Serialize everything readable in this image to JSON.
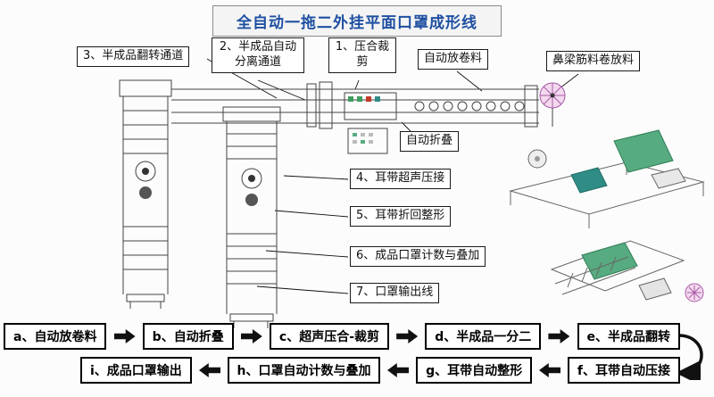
{
  "title": {
    "text": "全自动一拖二外挂平面口罩成形线"
  },
  "callouts": {
    "flip_channel": "3、半成品翻转通道",
    "separate_channel": "2、半成品自动分离通道",
    "press_cut": "1、压合裁剪",
    "auto_unwind": "自动放卷料",
    "nose_wire": "鼻梁筋料卷放料",
    "auto_fold": "自动折叠",
    "earloop_weld": "4、耳带超声压接",
    "earloop_reshape": "5、耳带折回整形",
    "count_stack": "6、成品口罩计数与叠加",
    "output_line": "7、口罩输出线"
  },
  "flow": {
    "row1": [
      "a、自动放卷料",
      "b、自动折叠",
      "c、超声压合-裁剪",
      "d、半成品一分二",
      "e、半成品翻转"
    ],
    "row2": [
      "i、成品口罩输出",
      "h、口罩自动计数与叠加",
      "g、耳带自动整形",
      "f、耳带自动压接"
    ]
  },
  "colors": {
    "title_text": "#1e4fa1",
    "machine_green": "#57ab80",
    "machine_teal": "#2f8d86",
    "roll_pink": "#f3d9ee",
    "arrow": "#111111"
  }
}
